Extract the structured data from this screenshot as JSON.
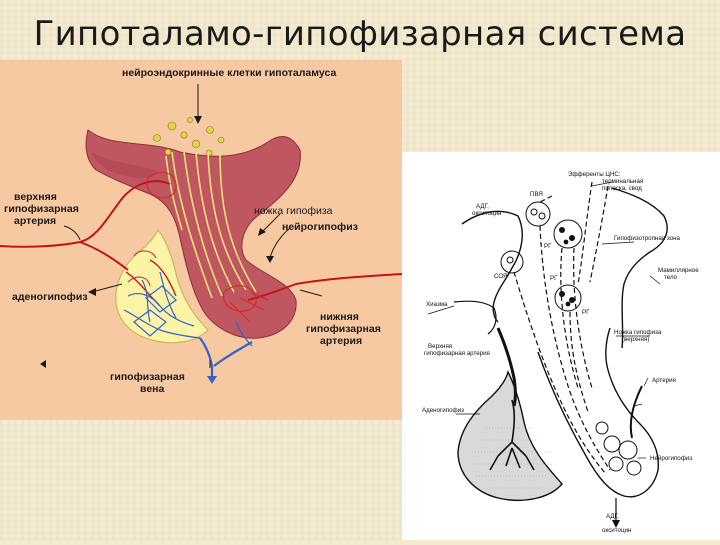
{
  "slide": {
    "title": "Гипоталамо-гипофизарная система"
  },
  "left_diagram": {
    "neuroendocrine": "нейроэндокринные клетки гипоталамуса",
    "upper_artery": [
      "верхняя",
      "гипофизарная",
      "артерия"
    ],
    "stalk": "ножка гипофиза",
    "neurohypophysis": "нейрогипофиз",
    "adenohypophysis": "аденогипофиз",
    "lower_artery": [
      "нижняя",
      "гипофизарная",
      "артерия"
    ],
    "vein": [
      "гипофизарная",
      "вена"
    ],
    "colors": {
      "bg": "#f7c9a3",
      "brain": "#c0565f",
      "adeno": "#fbf3a6",
      "artery": "#c0141a",
      "vein": "#3463c9",
      "axon": "#e9e27a"
    }
  },
  "right_diagram": {
    "efferents": [
      "Эфференты ЦНС:",
      "терминальная",
      "полоска, свод"
    ],
    "pvya": "ПВЯ",
    "adg_top": [
      "АДГ,",
      "окситоцин"
    ],
    "rg1": "РГ",
    "soya": "СОЯ",
    "rg2": "РГ",
    "rg3": "РГ",
    "hypophysiotropic": "Гипофизотропная зона",
    "mammillary": [
      "Мамиллярное",
      "тело"
    ],
    "chiasm": "Хиазма",
    "stalk_upper": [
      "Ножка гипофиза",
      "(верхняя)"
    ],
    "upper_artery": [
      "Верхняя",
      "гипофизарная артерия"
    ],
    "artery": "Артерия",
    "adenohypophysis": "Аденогипофиз",
    "neurohypophysis": "Нейрогипофиз",
    "adg_bottom": [
      "АДГ,",
      "окситоцин"
    ]
  }
}
